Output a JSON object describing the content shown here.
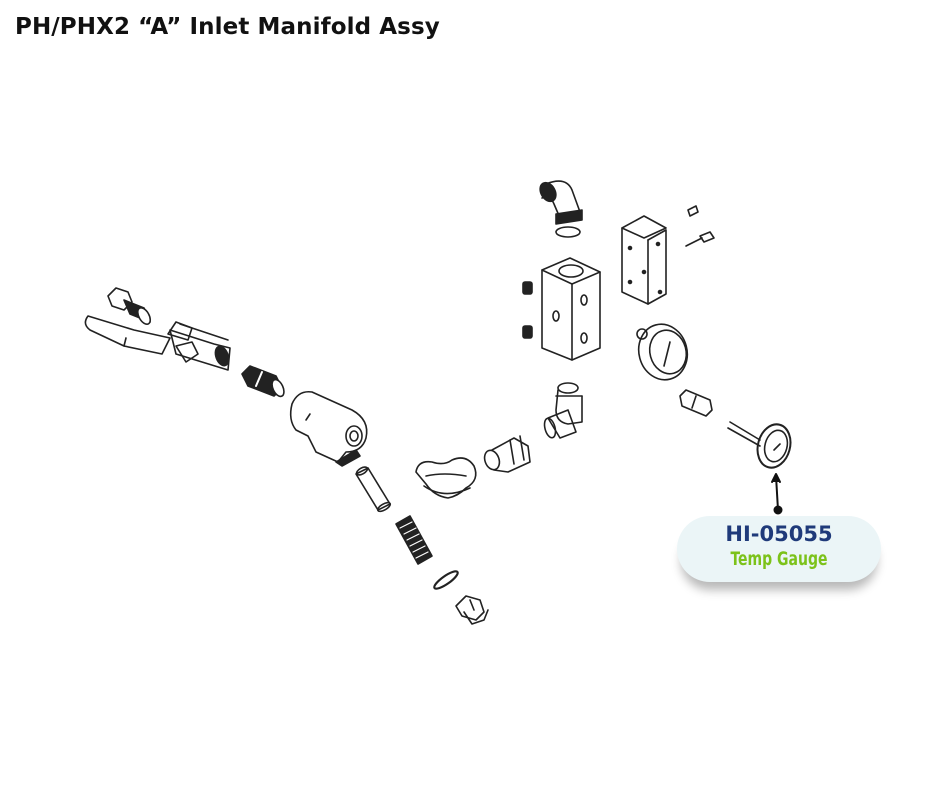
{
  "title": "PH/PHX2 “A” Inlet Manifold Assy",
  "diagram": {
    "type": "exploded parts diagram",
    "parts_shown": [
      "ball-valve-with-handle",
      "hex-nipple",
      "close-nipple",
      "y-strainer-body",
      "strainer-screen",
      "spring",
      "o-ring",
      "plug",
      "street-elbow",
      "reducing-bushing",
      "compression-elbow-lower",
      "compression-elbow-upper",
      "manifold-block",
      "set-screws",
      "mounting-bracket",
      "bracket-screws",
      "pressure-gauge",
      "thermowell",
      "temp-gauge"
    ]
  },
  "callout": {
    "part_number": "HI-05055",
    "part_name": "Temp Gauge",
    "colors": {
      "background": "#ebf5f7",
      "part_number": "#1f3a7a",
      "part_name": "#7cc21a"
    }
  }
}
